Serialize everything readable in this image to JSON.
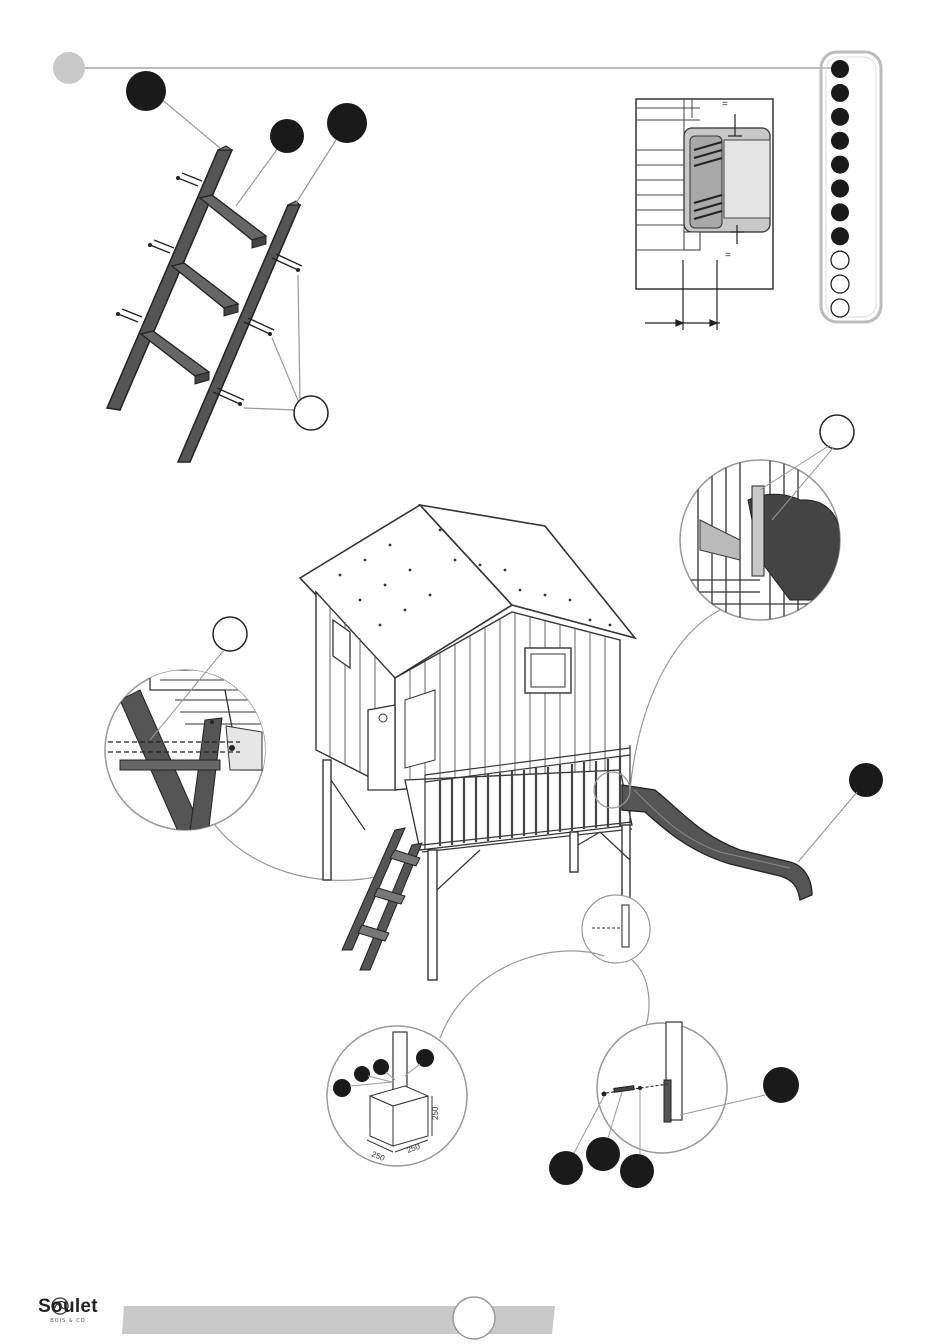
{
  "brand": {
    "name": "Soulet",
    "tagline": "BOIS & CO"
  },
  "steps": {
    "filled": 8,
    "empty": 3
  },
  "footing": {
    "width_label": "250",
    "depth_label": "250",
    "height_label": "250"
  },
  "slide_detail": {
    "marks": [
      "=",
      "="
    ]
  },
  "colors": {
    "stroke": "#333333",
    "fill_dark": "#222222",
    "wood": "#555555",
    "light_grey": "#c8c8c8"
  }
}
